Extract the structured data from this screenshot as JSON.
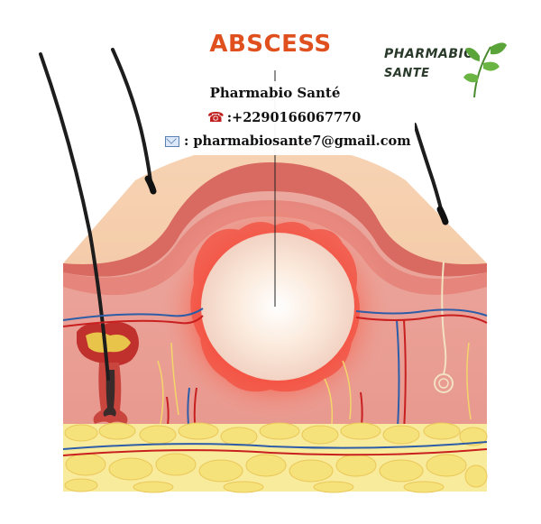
{
  "title": "ABSCESS",
  "company": "Pharmabio Santé",
  "contact": {
    "phone": ":+2290166067770",
    "email": ": pharmabiosante7@gmail.com"
  },
  "logo": {
    "line1": "PHARMABIO",
    "line2": "SANTE"
  },
  "icons": [
    "phone-icon",
    "email-icon",
    "leaf-icon"
  ],
  "colors": {
    "title": "#e0501f",
    "skin_top": "#f3cba6",
    "dermis": "#e79b93",
    "abscess_center": "#fdf2e6",
    "inflammation": "#ff3b2f",
    "fat": "#f6e27a",
    "artery": "#c81f1f",
    "vein": "#2e5da8",
    "leaf": "#5aa43a"
  }
}
